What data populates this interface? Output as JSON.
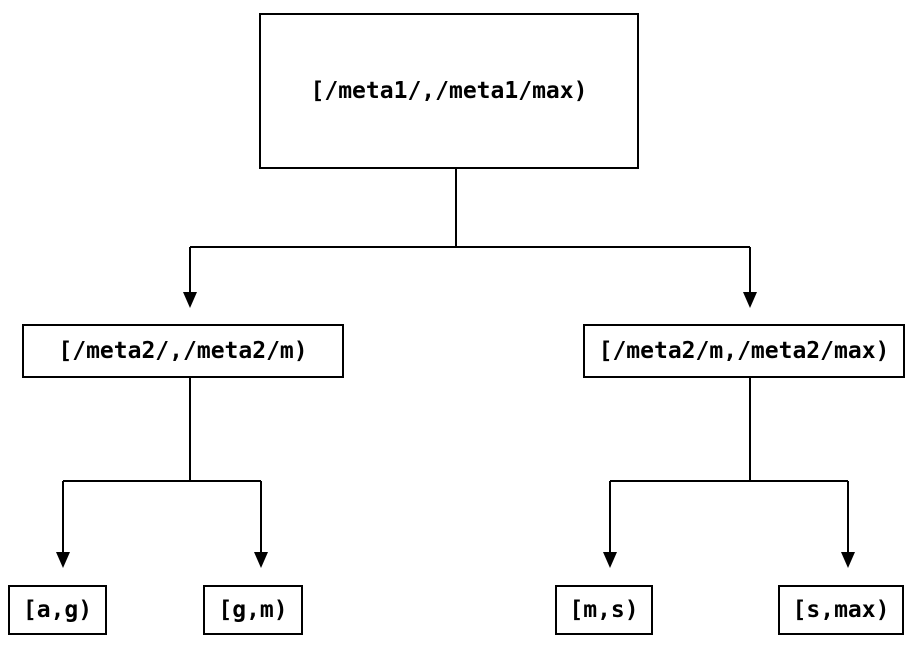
{
  "diagram": {
    "type": "tree",
    "nodes": {
      "root": {
        "label": "[/meta1/,/meta1/max)"
      },
      "meta2_low": {
        "label": "[/meta2/,/meta2/m)"
      },
      "meta2_high": {
        "label": "[/meta2/m,/meta2/max)"
      },
      "leaf_ag": {
        "label": "[a,g)"
      },
      "leaf_gm": {
        "label": "[g,m)"
      },
      "leaf_ms": {
        "label": "[m,s)"
      },
      "leaf_smax": {
        "label": "[s,max)"
      }
    },
    "edges": [
      {
        "from": "root",
        "to": "meta2_low"
      },
      {
        "from": "root",
        "to": "meta2_high"
      },
      {
        "from": "meta2_low",
        "to": "leaf_ag"
      },
      {
        "from": "meta2_low",
        "to": "leaf_gm"
      },
      {
        "from": "meta2_high",
        "to": "leaf_ms"
      },
      {
        "from": "meta2_high",
        "to": "leaf_smax"
      }
    ],
    "colors": {
      "line": "#000000",
      "text": "#000000",
      "node_border": "#000000",
      "node_fill": "#ffffff",
      "background": "#ffffff"
    }
  }
}
